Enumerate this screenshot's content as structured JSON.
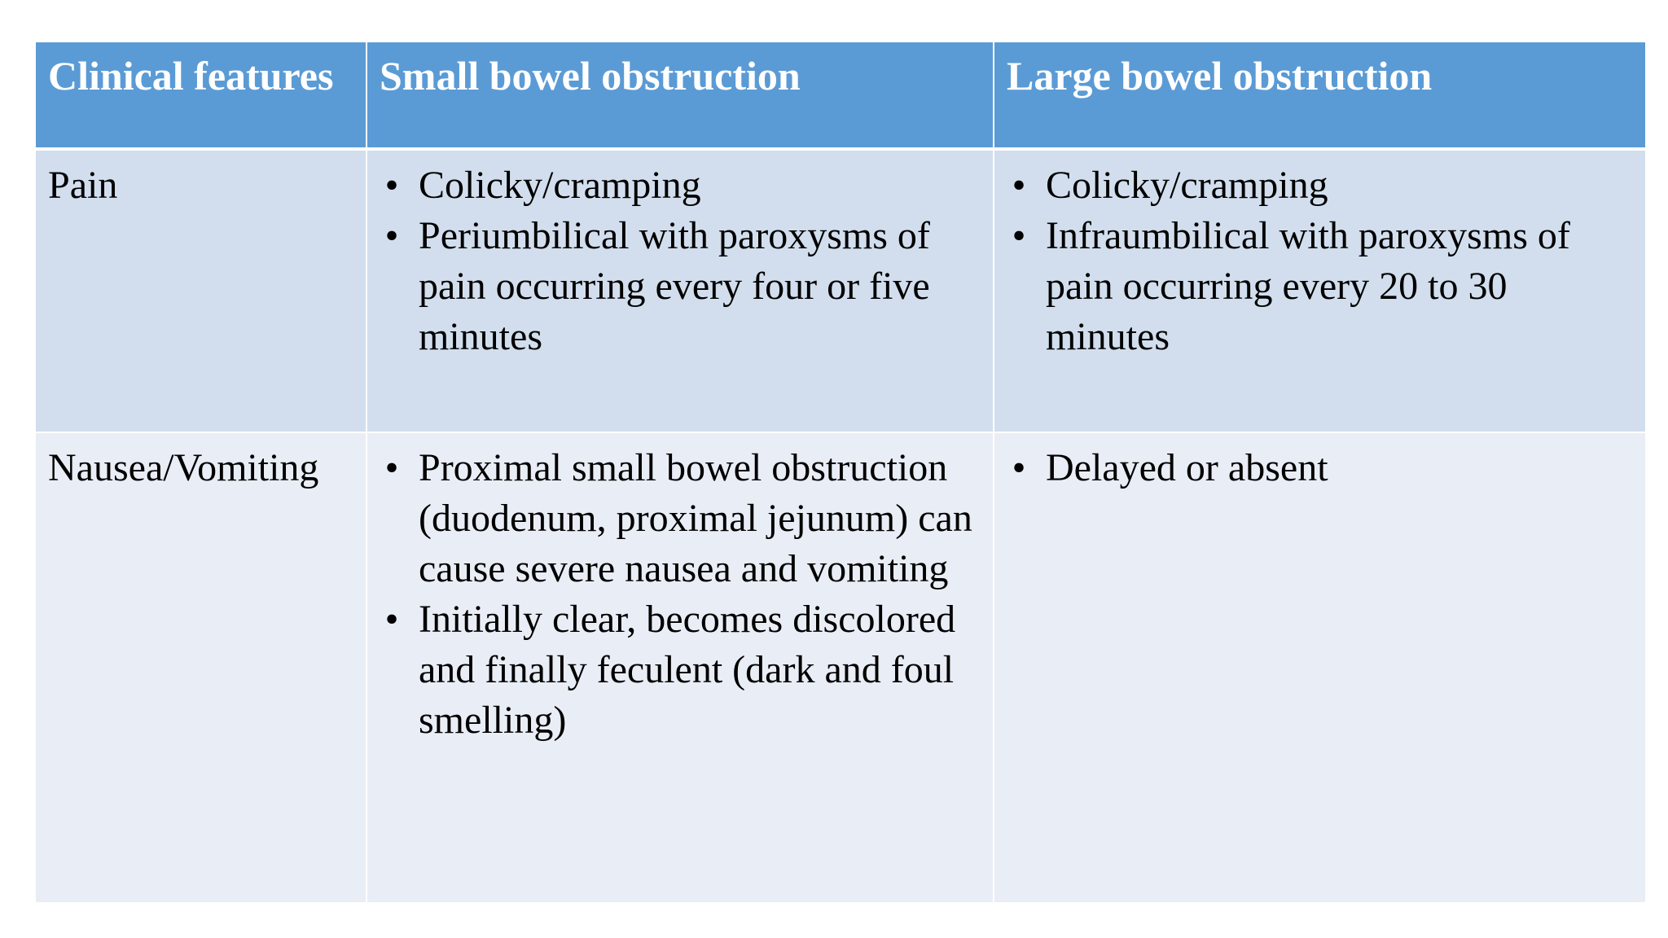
{
  "table": {
    "headers": [
      "Clinical features",
      "Small bowel obstruction",
      "Large bowel obstruction"
    ],
    "rows": [
      {
        "feature": "Pain",
        "small": [
          "Colicky/cramping",
          "Periumbilical with paroxysms of pain occurring every four or five minutes"
        ],
        "large": [
          "Colicky/cramping",
          "Infraumbilical with paroxysms of pain occurring every 20 to 30 minutes"
        ]
      },
      {
        "feature": "Nausea/Vomiting",
        "small": [
          "Proximal small bowel obstruction (duodenum, proximal jejunum) can cause severe nausea and vomiting",
          "Initially clear, becomes discolored and finally feculent (dark and foul smelling)"
        ],
        "large": [
          "Delayed or absent"
        ]
      }
    ]
  },
  "bullet_symbol": "•",
  "colors": {
    "header_bg": "#5b9bd5",
    "row_odd_bg": "#d2deed",
    "row_even_bg": "#e9edf5",
    "header_text": "#ffffff",
    "body_text": "#000000"
  }
}
